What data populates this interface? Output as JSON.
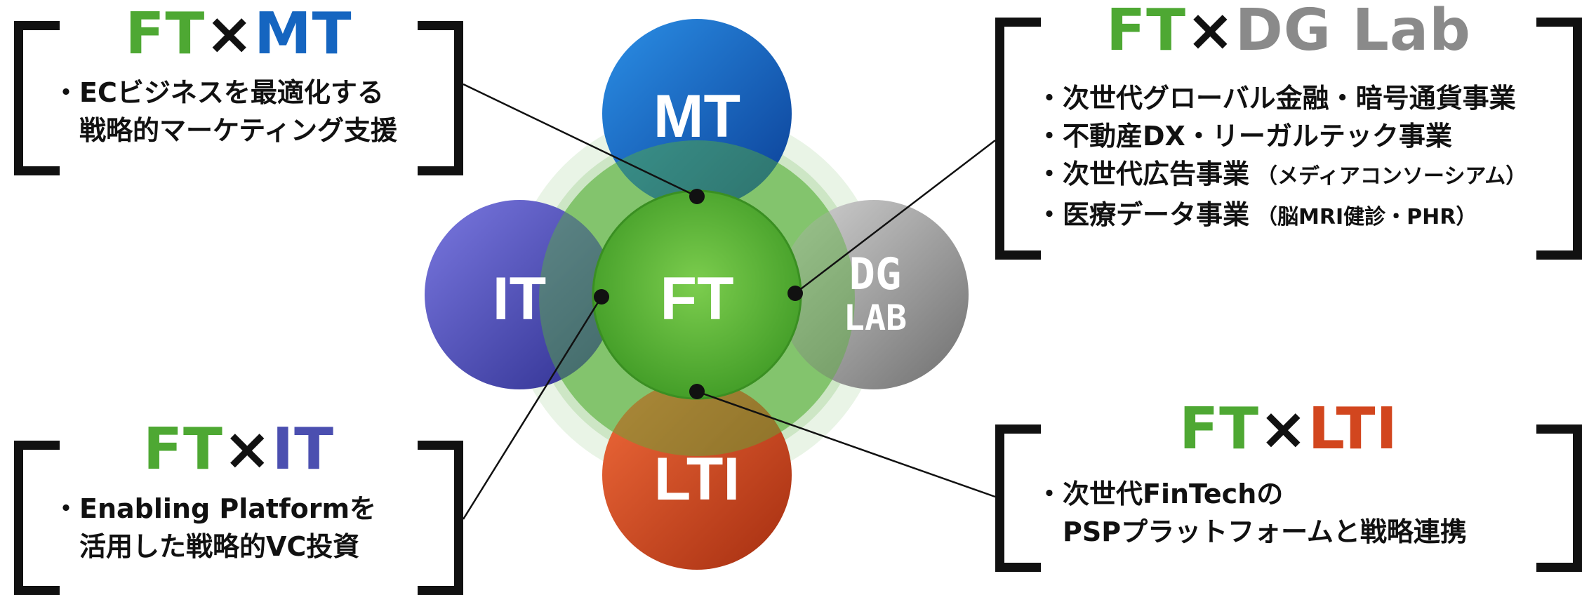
{
  "colors": {
    "ft": "#4ea833",
    "mt": "#1565c0",
    "it": "#4b4fb0",
    "dg": "#8a8a8a",
    "lti": "#d2461e"
  },
  "circles": {
    "ft": "FT",
    "mt": "MT",
    "it": "IT",
    "lti": "LTI",
    "dg_line1": "DG",
    "dg_line2": "LAB"
  },
  "boxes": {
    "mt": {
      "title_ft": "FT",
      "title_x": "×",
      "title_partner": "MT",
      "lines": [
        "・ECビジネスを最適化する",
        "戦略的マーケティング支援"
      ]
    },
    "dg": {
      "title_ft": "FT",
      "title_x": "×",
      "title_partner": "DG Lab",
      "lines": [
        "・次世代グローバル金融・暗号通貨事業",
        "・不動産DX・リーガルテック事業",
        "・次世代広告事業",
        "・医療データ事業"
      ],
      "line3_note": "（メディアコンソーシアム）",
      "line4_note": "（脳MRI健診・PHR）"
    },
    "it": {
      "title_ft": "FT",
      "title_x": "×",
      "title_partner": "IT",
      "lines": [
        "・Enabling Platformを",
        "活用した戦略的VC投資"
      ]
    },
    "lti": {
      "title_ft": "FT",
      "title_x": "×",
      "title_partner": "LTI",
      "lines": [
        "・次世代FinTechの",
        "PSPプラットフォームと戦略連携"
      ]
    }
  }
}
